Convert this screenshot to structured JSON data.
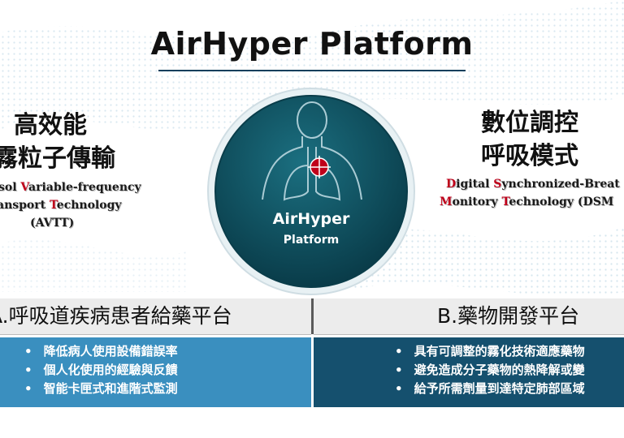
{
  "title": "AirHyper Platform",
  "colors": {
    "accent_red": "#c0001a",
    "emblem_teal": "#0e5867",
    "left_blue": "#3a8fbf",
    "right_navy": "#15506e"
  },
  "left_feature": {
    "cn_line1": "高效能",
    "cn_line2": "霧粒子傳輸",
    "en_line1": {
      "a": "sol ",
      "b": "V",
      "c": "ariable-frequency"
    },
    "en_line2": {
      "a": "ansport ",
      "b": "T",
      "c": "echnology"
    },
    "en_line3": "(AVTT)"
  },
  "right_feature": {
    "cn_line1": "數位調控",
    "cn_line2": "呼吸模式",
    "en_line1": {
      "a": "D",
      "b": "igital ",
      "c": "S",
      "d": "ynchronized-Breat"
    },
    "en_line2": {
      "a": "M",
      "b": "onitory ",
      "c": "T",
      "d": "echnology (DSM"
    }
  },
  "emblem": {
    "line1": "AirHyper",
    "line2": "Platform",
    "icon": "lungs-target-icon"
  },
  "section_a": {
    "heading": "A.呼吸道疾病患者給藥平台",
    "items": [
      "降低病人使用設備錯誤率",
      "個人化使用的經驗與反饋",
      "智能卡匣式和進階式監測"
    ]
  },
  "section_b": {
    "heading": "B.藥物開發平台",
    "items": [
      "具有可調整的霧化技術適應藥物",
      "避免造成分子藥物的熱降解或變",
      "給予所需劑量到達特定肺部區域"
    ]
  }
}
